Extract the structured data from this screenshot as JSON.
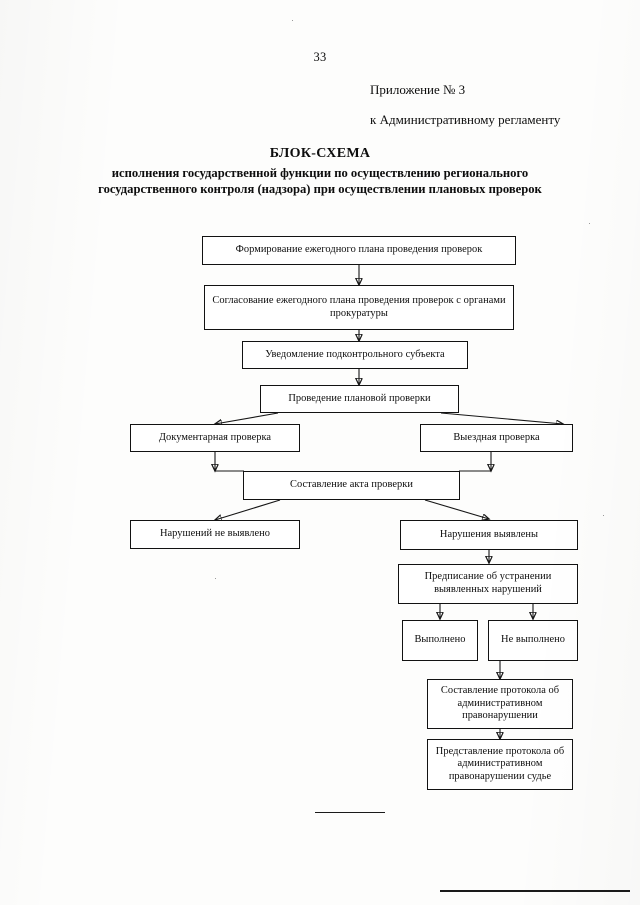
{
  "document": {
    "page_number": "33",
    "appendix_line_1": "Приложение № 3",
    "appendix_line_2": "к Административному регламенту",
    "title": "БЛОК-СХЕМА",
    "subtitle": "исполнения государственной функции по осуществлению регионального государственного контроля (надзора) при осуществлении плановых проверок"
  },
  "flowchart": {
    "type": "flowchart",
    "nodes": [
      {
        "id": "n1",
        "label": "Формирование ежегодного плана проведения проверок"
      },
      {
        "id": "n2",
        "label": "Согласование ежегодного плана проведения проверок с органами прокуратуры"
      },
      {
        "id": "n3",
        "label": "Уведомление подконтрольного субъекта"
      },
      {
        "id": "n4",
        "label": "Проведение плановой проверки"
      },
      {
        "id": "n5",
        "label": "Документарная проверка"
      },
      {
        "id": "n6",
        "label": "Выездная проверка"
      },
      {
        "id": "n7",
        "label": "Составление акта проверки"
      },
      {
        "id": "n8",
        "label": "Нарушений не выявлено"
      },
      {
        "id": "n9",
        "label": "Нарушения выявлены"
      },
      {
        "id": "n10",
        "label": "Предписание об устранении выявленных нарушений"
      },
      {
        "id": "n11",
        "label": "Выполнено"
      },
      {
        "id": "n12",
        "label": "Не выполнено"
      },
      {
        "id": "n13",
        "label": "Составление протокола об административном правонарушении"
      },
      {
        "id": "n14",
        "label": "Представление протокола об административном правонарушении судье"
      }
    ],
    "edges": [
      {
        "from": "n1",
        "to": "n2"
      },
      {
        "from": "n2",
        "to": "n3"
      },
      {
        "from": "n3",
        "to": "n4"
      },
      {
        "from": "n4",
        "to": "n5"
      },
      {
        "from": "n4",
        "to": "n6"
      },
      {
        "from": "n5",
        "to": "n7"
      },
      {
        "from": "n6",
        "to": "n7"
      },
      {
        "from": "n7",
        "to": "n8"
      },
      {
        "from": "n7",
        "to": "n9"
      },
      {
        "from": "n9",
        "to": "n10"
      },
      {
        "from": "n10",
        "to": "n11"
      },
      {
        "from": "n10",
        "to": "n12"
      },
      {
        "from": "n12",
        "to": "n13"
      },
      {
        "from": "n13",
        "to": "n14"
      }
    ]
  },
  "colors": {
    "ink": "#121212",
    "paper": "#fdfdfc"
  }
}
